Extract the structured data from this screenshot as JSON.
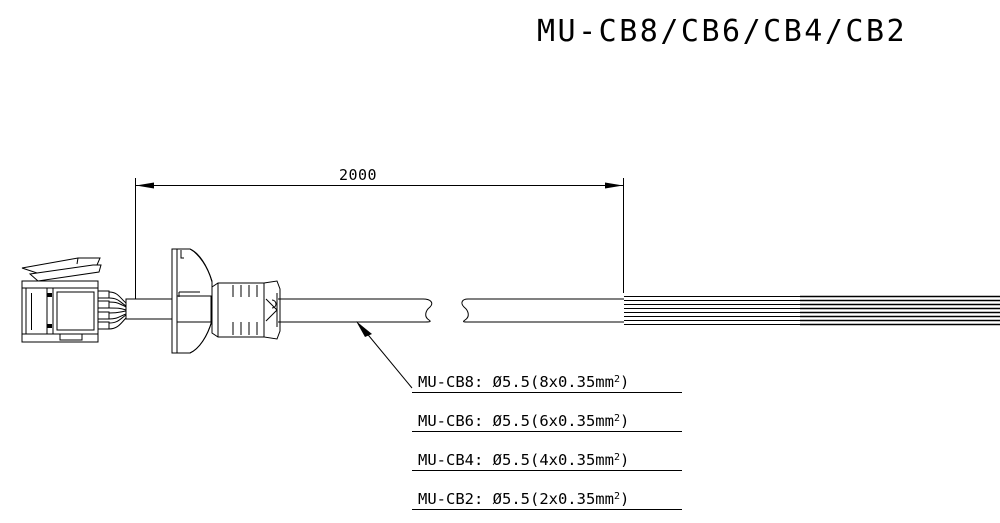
{
  "drawing": {
    "title": "MU-CB8/CB6/CB4/CB2",
    "dimension": {
      "label": "2000",
      "unit_implied": "mm"
    },
    "notes": [
      {
        "id": "note-cb8",
        "text": "MU-CB8: Ø5.5(8x0.35mm",
        "sup": "2",
        "tail": ")"
      },
      {
        "id": "note-cb6",
        "text": "MU-CB6: Ø5.5(6x0.35mm",
        "sup": "2",
        "tail": ")"
      },
      {
        "id": "note-cb4",
        "text": "MU-CB4: Ø5.5(4x0.35mm",
        "sup": "2",
        "tail": ")"
      },
      {
        "id": "note-cb2",
        "text": "MU-CB2: Ø5.5(2x0.35mm",
        "sup": "2",
        "tail": ")"
      }
    ],
    "parts": {
      "connector": "connector-housing",
      "grommet": "grommet-strain-relief",
      "cable": "cable-jacket",
      "break": "break-symbol",
      "wires": "wire-bundle-stripped",
      "leader": "leader-arrow"
    },
    "colors": {
      "line": "#000000",
      "background": "#ffffff"
    }
  }
}
